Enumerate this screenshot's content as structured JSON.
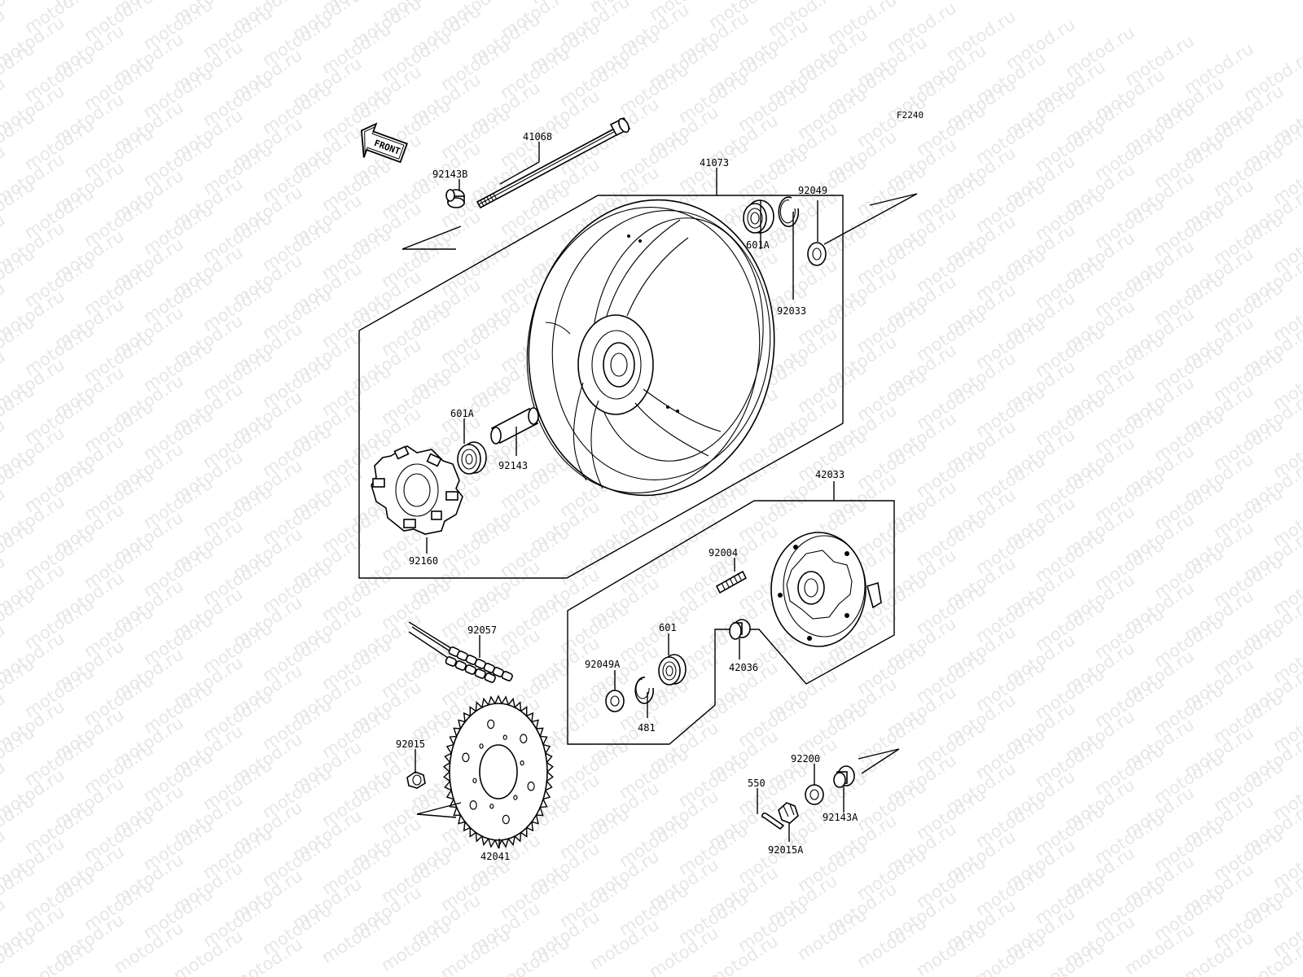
{
  "watermark": "motod.ru",
  "figure_code": "F2240",
  "front_arrow": {
    "text": "FRONT",
    "icon": "front-direction-arrow-icon"
  },
  "part_numbers": {
    "p41068": "41068",
    "p92143B": "92143B",
    "p41073": "41073",
    "p92049": "92049",
    "p601A_top": "601A",
    "p92033": "92033",
    "p601A_left": "601A",
    "p92143": "92143",
    "p92160": "92160",
    "p42033": "42033",
    "p92004": "92004",
    "p601": "601",
    "p92049A": "92049A",
    "p481": "481",
    "p42036": "42036",
    "p92057": "92057",
    "p92015": "92015",
    "p42041": "42041",
    "p92200": "92200",
    "p550": "550",
    "p92143A": "92143A",
    "p92015A": "92015A"
  }
}
